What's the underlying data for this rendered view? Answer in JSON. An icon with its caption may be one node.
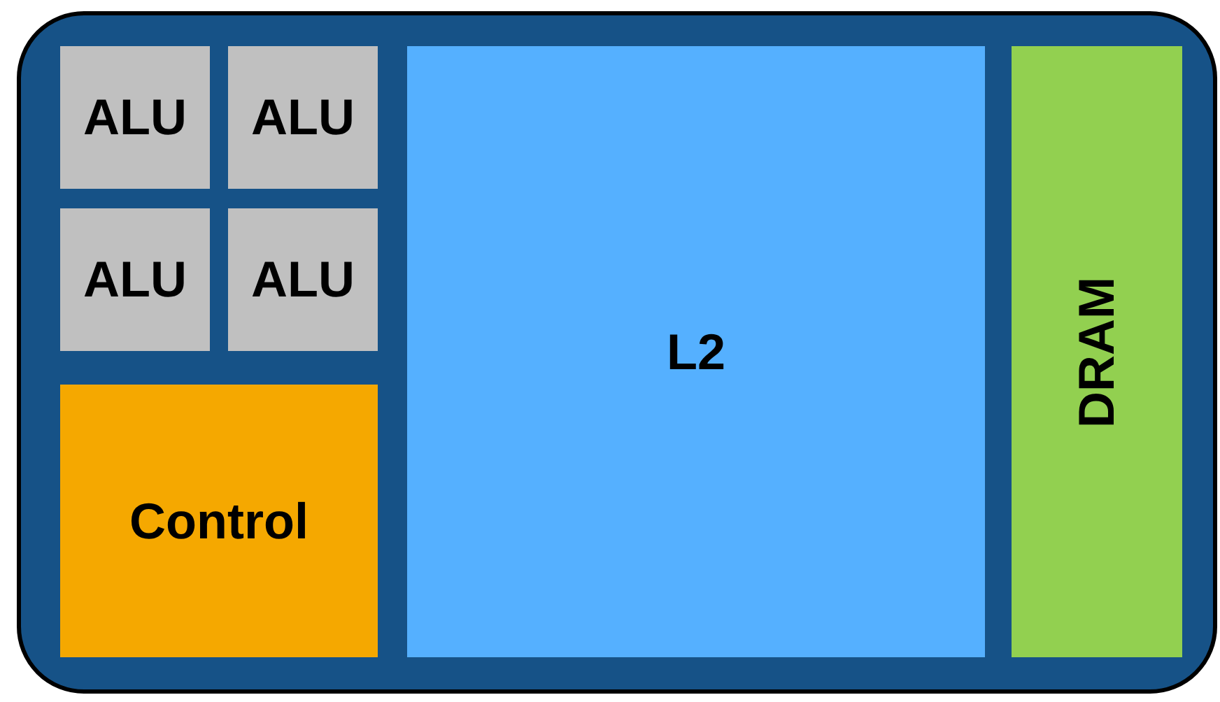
{
  "diagram": {
    "nodes": [
      {
        "text": [],
        "shape": "box"
      },
      {
        "text": [
          "ALU"
        ],
        "in": 0
      },
      {
        "text": [
          "ALU"
        ],
        "in": 0
      },
      {
        "text": [
          "ALU"
        ],
        "in": 0
      },
      {
        "text": [
          "ALU"
        ],
        "in": 0
      },
      {
        "text": [
          "Control"
        ],
        "in": 0
      },
      {
        "text": [
          "L2"
        ],
        "in": 0
      },
      {
        "text": [
          "DRAM"
        ],
        "in": 0
      }
    ]
  }
}
